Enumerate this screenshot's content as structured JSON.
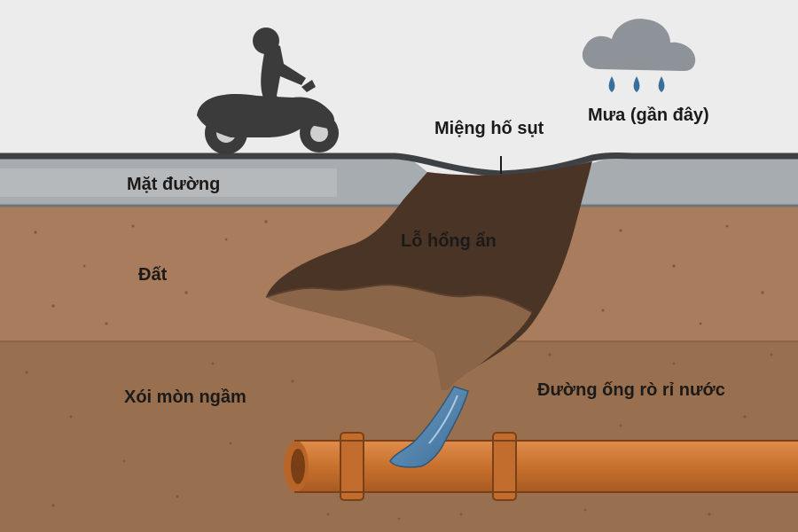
{
  "labels": {
    "road_surface": "Mặt đường",
    "sinkhole_mouth": "Miệng hố sụt",
    "rain": "Mưa (gần đây)",
    "soil": "Đất",
    "hidden_cavity": "Lỗ hổng ẩn",
    "underground_erosion": "Xói mòn ngầm",
    "leaking_pipe": "Đường ống rò rỉ nước"
  },
  "colors": {
    "sky": "#ececec",
    "road": "#a7acb0",
    "road_edge": "#3d4144",
    "soil_upper": "#a87c5c",
    "soil_lower": "#99704f",
    "cavity": "#4a3426",
    "cavity_floor": "#8b6548",
    "pipe": "#cf7a3a",
    "water": "#4e7fa8",
    "cloud": "#8d9399",
    "rain_drop": "#3a6f9c",
    "rider": "#3b3b3b"
  },
  "icons": [
    "motorbike-rider-icon",
    "rain-cloud-icon",
    "water-leak-icon"
  ]
}
